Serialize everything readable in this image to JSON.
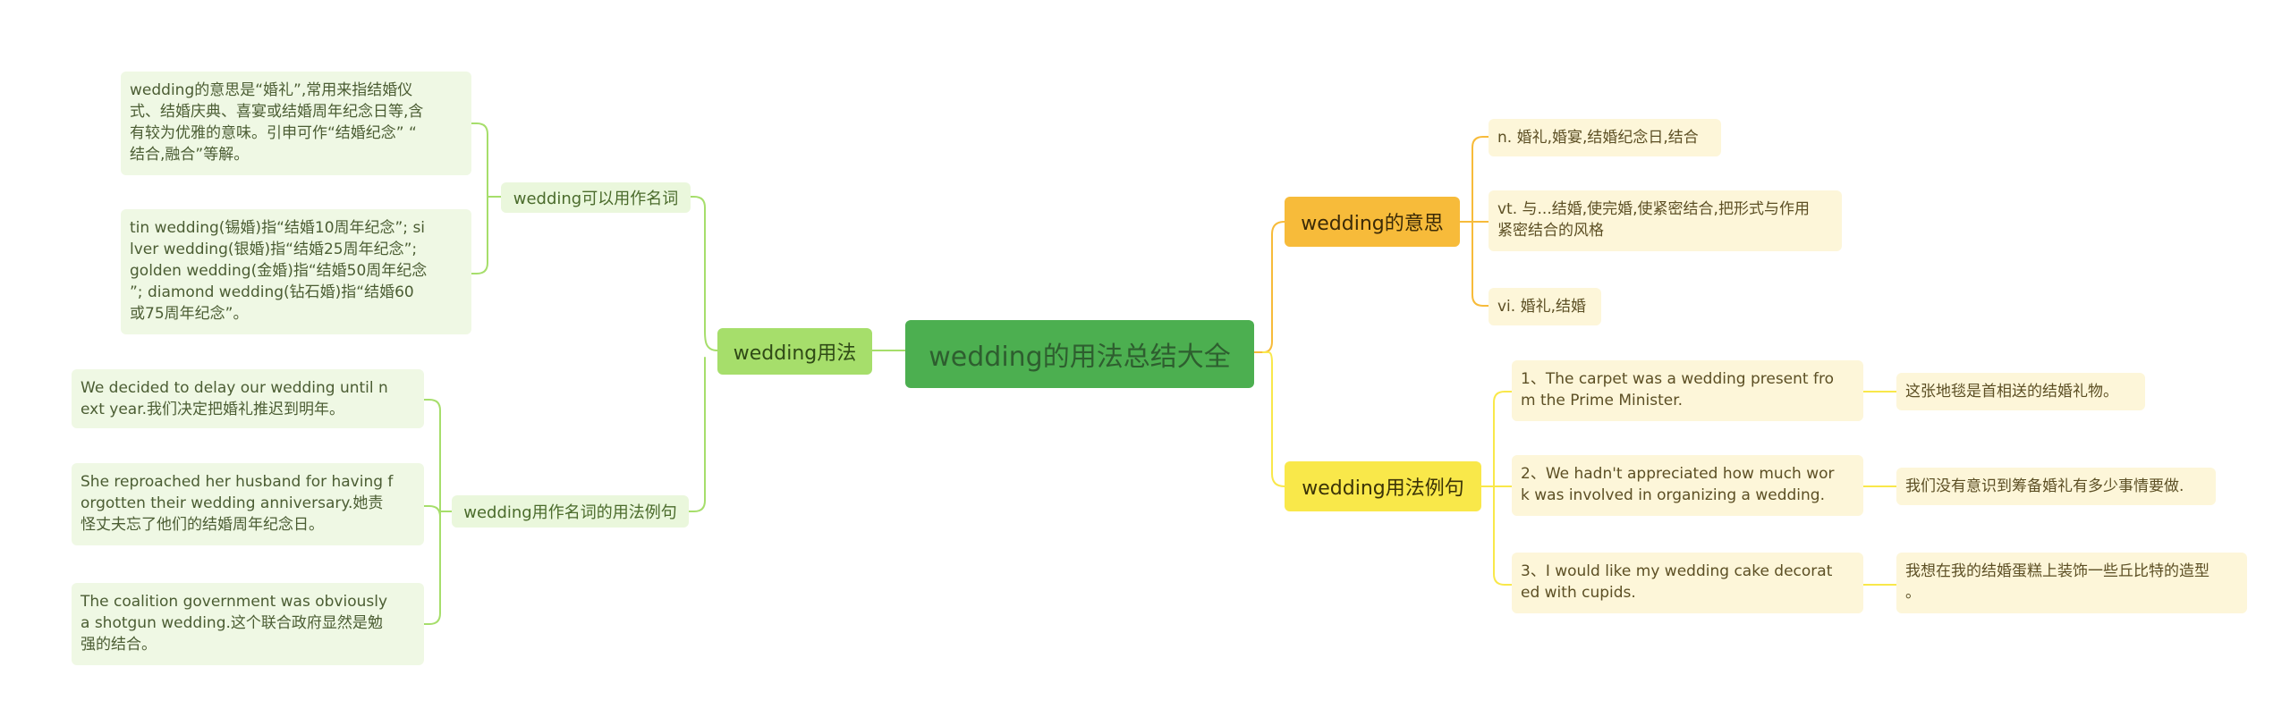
{
  "center": {
    "title": "wedding的用法总结大全"
  },
  "left": {
    "title": "wedding用法",
    "branches": [
      {
        "title": "wedding可以用作名词",
        "leaves": [
          "wedding的意思是“婚礼”,常用来指结婚仪\n式、结婚庆典、喜宴或结婚周年纪念日等,含\n有较为优雅的意味。引申可作“结婚纪念” “\n结合,融合”等解。",
          "tin wedding(锡婚)指“结婚10周年纪念”; si\nlver wedding(银婚)指“结婚25周年纪念”;\ngolden wedding(金婚)指“结婚50周年纪念\n”; diamond wedding(钻石婚)指“结婚60\n或75周年纪念”。"
        ]
      },
      {
        "title": "wedding用作名词的用法例句",
        "leaves": [
          "We decided to delay our wedding until n\next year.我们决定把婚礼推迟到明年。",
          "She reproached her husband for having f\norgotten their wedding anniversary.她责\n怪丈夫忘了他们的结婚周年纪念日。",
          "The coalition government was obviously\na shotgun wedding.这个联合政府显然是勉\n强的结合。"
        ]
      }
    ]
  },
  "right": [
    {
      "title": "wedding的意思",
      "leaves": [
        "n. 婚礼,婚宴,结婚纪念日,结合",
        "vt. 与...结婚,使完婚,使紧密结合,把形式与作用\n紧密结合的风格",
        "vi. 婚礼,结婚"
      ]
    },
    {
      "title": "wedding用法例句",
      "examples": [
        {
          "en": "1、The carpet was a wedding present fro\nm the Prime Minister.",
          "zh": "这张地毯是首相送的结婚礼物。"
        },
        {
          "en": "2、We hadn't appreciated how much wor\nk was involved in organizing a wedding.",
          "zh": "我们没有意识到筹备婚礼有多少事情要做."
        },
        {
          "en": "3、I would like my wedding cake decorat\ned with cupids.",
          "zh": "我想在我的结婚蛋糕上装饰一些丘比特的造型\n。"
        }
      ]
    }
  ],
  "colors": {
    "center": "#4caf50",
    "green_line": "#a6de6b",
    "orange_line": "#f7bb3a",
    "yellow_line": "#f9e84a"
  }
}
